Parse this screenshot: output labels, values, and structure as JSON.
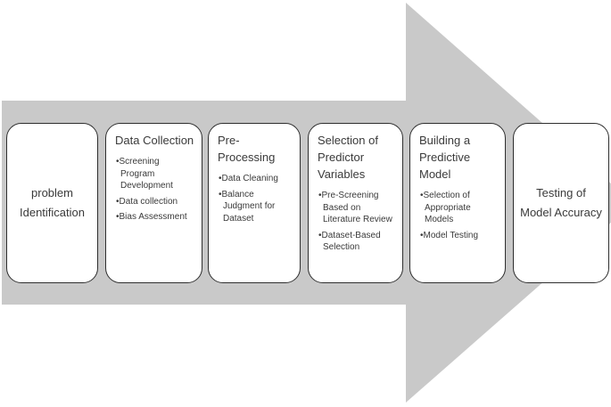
{
  "diagram": {
    "arrow": {
      "color": "#c9c9c9",
      "direction": "right"
    },
    "steps": [
      {
        "title": "problem Identification",
        "bullets": []
      },
      {
        "title": "Data Collection",
        "bullets": [
          "Screening Program Development",
          "Data collection",
          "Bias Assessment"
        ]
      },
      {
        "title": "Pre-Processing",
        "bullets": [
          "Data Cleaning",
          "Balance Judgment for Dataset"
        ]
      },
      {
        "title": "Selection of Predictor Variables",
        "bullets": [
          "Pre-Screening Based on Literature Review",
          "Dataset-Based Selection"
        ]
      },
      {
        "title": "Building a Predictive Model",
        "bullets": [
          "Selection of Appropriate Models",
          "Model Testing"
        ]
      },
      {
        "title": "Testing of Model Accuracy",
        "bullets": []
      }
    ]
  }
}
